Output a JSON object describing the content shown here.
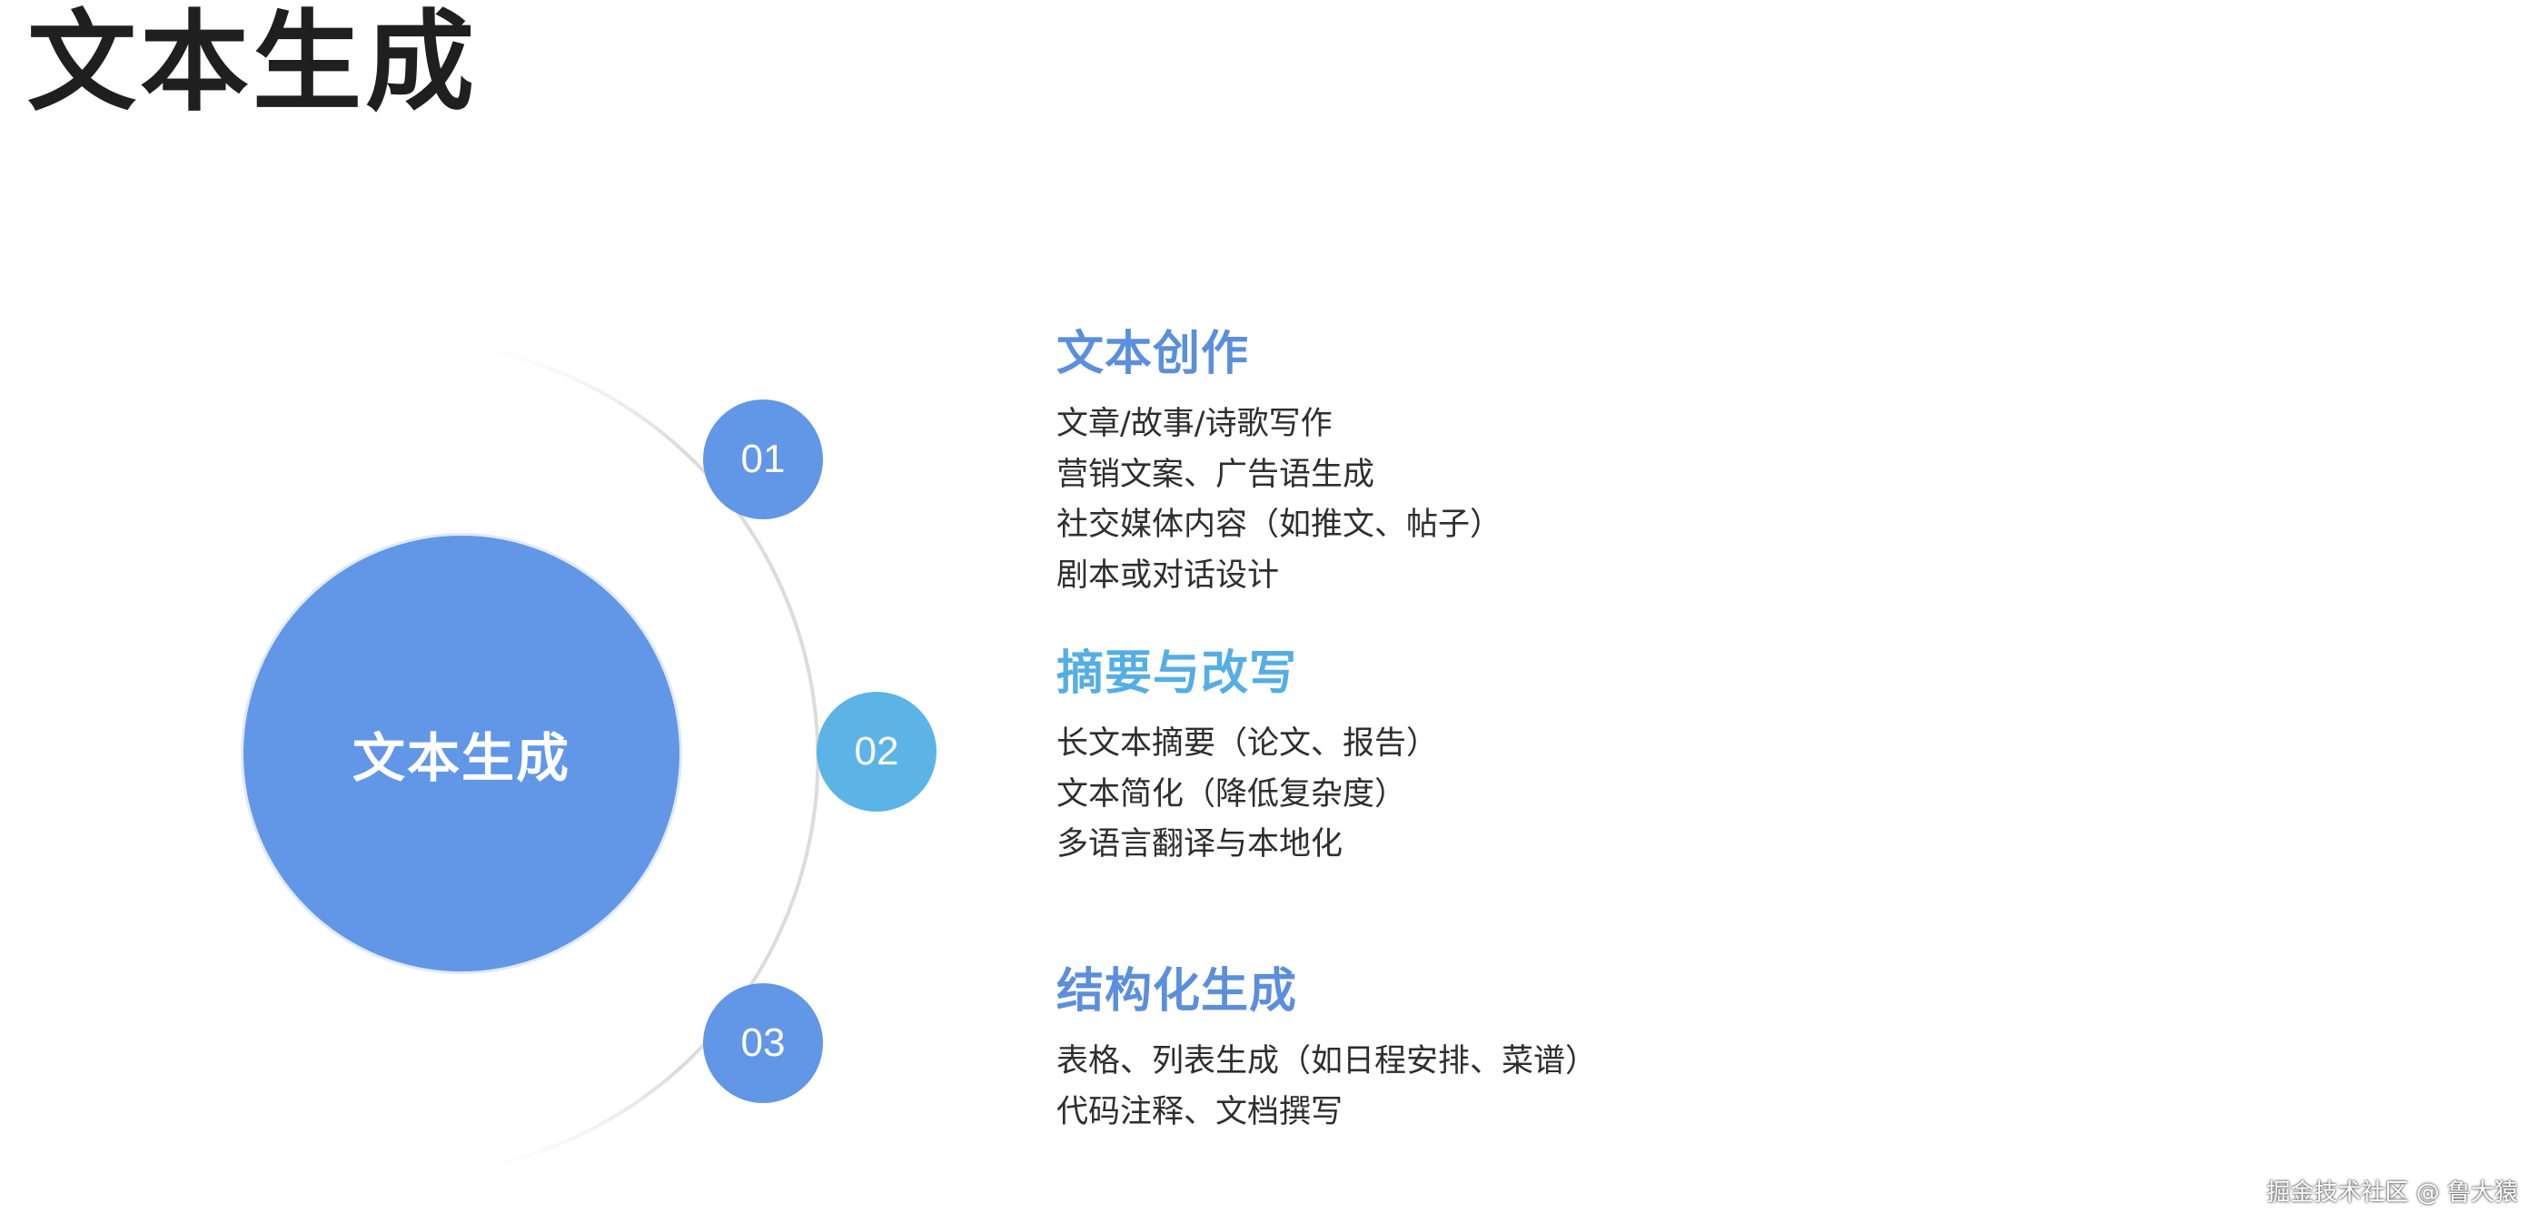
{
  "page_title": "文本生成",
  "center_label": "文本生成",
  "nodes": [
    {
      "number": "01",
      "color": "#6197e6"
    },
    {
      "number": "02",
      "color": "#5cb4e6"
    },
    {
      "number": "03",
      "color": "#6197e6"
    }
  ],
  "sections": [
    {
      "title": "文本创作",
      "color": "#5b8fdd",
      "items": [
        "文章/故事/诗歌写作",
        "营销文案、广告语生成",
        "社交媒体内容（如推文、帖子）",
        "剧本或对话设计"
      ]
    },
    {
      "title": "摘要与改写",
      "color": "#55aee3",
      "items": [
        "长文本摘要（论文、报告）",
        "文本简化（降低复杂度）",
        "多语言翻译与本地化"
      ]
    },
    {
      "title": "结构化生成",
      "color": "#5b8fdd",
      "items": [
        "表格、列表生成（如日程安排、菜谱）",
        "代码注释、文档撰写"
      ]
    }
  ],
  "watermark": "掘金技术社区 @ 鲁大猿"
}
